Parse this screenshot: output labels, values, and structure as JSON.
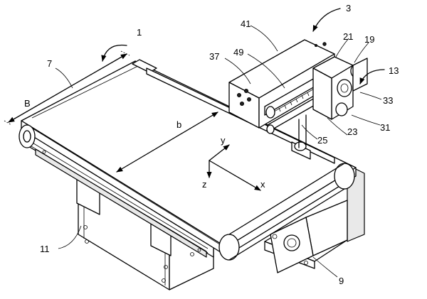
{
  "labels": {
    "l1": "1",
    "l3": "3",
    "l7": "7",
    "l9": "9",
    "l11": "11",
    "l13": "13",
    "l19": "19",
    "l21": "21",
    "l23": "23",
    "l25": "25",
    "l31": "31",
    "l33": "33",
    "l37": "37",
    "l41": "41",
    "l49": "49"
  },
  "dimensions": {
    "belt_total_width": "B",
    "belt_useful_width": "b"
  },
  "axes": {
    "x": "x",
    "y": "y",
    "z": "z"
  }
}
